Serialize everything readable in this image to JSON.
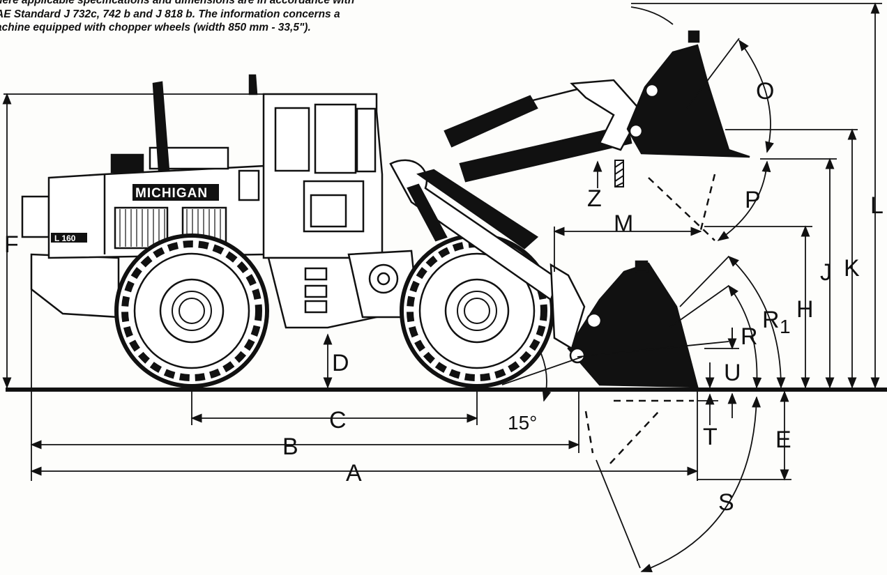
{
  "header_note": {
    "line1": "here applicable specifications and dimensions are in accordance with",
    "line2": "AE Standard J 732c, 742 b and J 818 b. The information concerns a",
    "line3": "achine equipped with chopper wheels (width 850 mm - 33,5\")."
  },
  "machine": {
    "brand": "MICHIGAN",
    "model": "L 160"
  },
  "dimension_labels": {
    "A": "A",
    "B": "B",
    "C": "C",
    "D": "D",
    "E": "E",
    "F": "F",
    "H": "H",
    "J": "J",
    "K": "K",
    "L": "L",
    "M": "M",
    "O": "O",
    "P": "P",
    "R": "R",
    "R1": "R",
    "R1_sub": "1",
    "S": "S",
    "T": "T",
    "U": "U",
    "Z": "Z"
  },
  "angle_label": "15°"
}
